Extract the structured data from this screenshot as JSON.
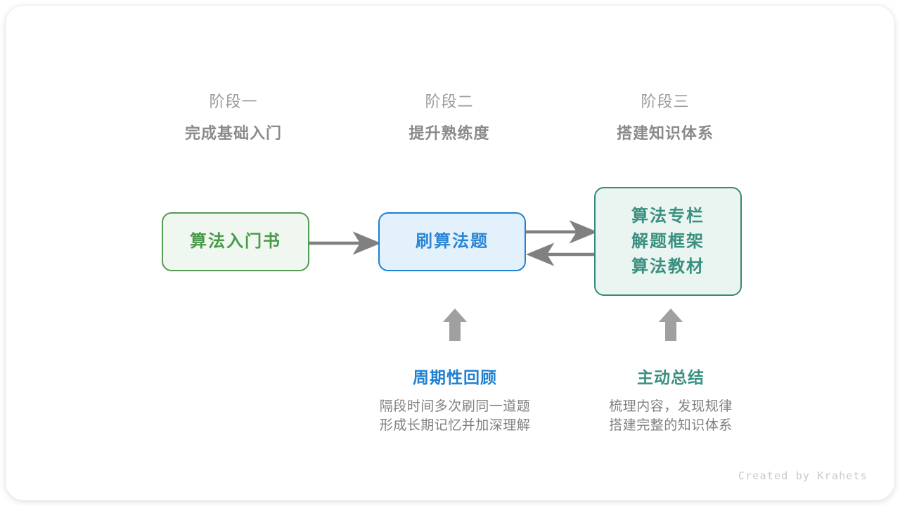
{
  "canvas": {
    "background": "#ffffff",
    "footer_credit": "Created by Krahets"
  },
  "palette": {
    "green": "#4a9a4a",
    "green_border": "#539b53",
    "green_fill": "#f0f7f0",
    "blue": "#1f80d0",
    "blue_text": "#2b86d4",
    "blue_fill": "#e3f1fc",
    "teal": "#3a9080",
    "teal_border": "#38887a",
    "teal_fill": "#eaf4f1",
    "arrow_gray": "#808080",
    "block_arrow_gray": "#a0a0a0",
    "header_gray": "#9b9b9b",
    "header_bold_gray": "#8a8a8a",
    "desc_gray": "#808080"
  },
  "stages": [
    {
      "title": "阶段一",
      "subtitle": "完成基础入门"
    },
    {
      "title": "阶段二",
      "subtitle": "提升熟练度"
    },
    {
      "title": "阶段三",
      "subtitle": "搭建知识体系"
    }
  ],
  "nodes": {
    "intro_book": {
      "label": "算法入门书"
    },
    "practice": {
      "label": "刷算法题"
    },
    "resources": {
      "lines": [
        "算法专栏",
        "解题框架",
        "算法教材"
      ]
    }
  },
  "connectors": [
    {
      "name": "intro-to-practice",
      "direction": "right"
    },
    {
      "name": "practice-to-resources",
      "direction": "right"
    },
    {
      "name": "resources-to-practice",
      "direction": "left"
    }
  ],
  "callouts": [
    {
      "icon": "up-arrow-icon",
      "title": "周期性回顾",
      "desc_lines": [
        "隔段时间多次刷同一道题",
        "形成长期记忆并加深理解"
      ]
    },
    {
      "icon": "up-arrow-icon",
      "title": "主动总结",
      "desc_lines": [
        "梳理内容，发现规律",
        "搭建完整的知识体系"
      ]
    }
  ]
}
